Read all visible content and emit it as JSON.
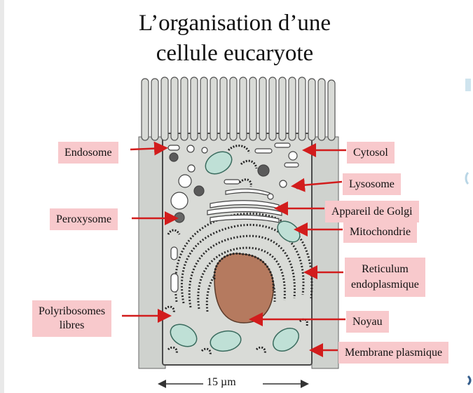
{
  "title": {
    "line1": "L’organisation d’une",
    "line2": "cellule eucaryote"
  },
  "labels": {
    "endosome": "Endosome",
    "peroxysome": "Peroxysome",
    "polyribosomes_line1": "Polyribosomes",
    "polyribosomes_line2": "libres",
    "cytosol": "Cytosol",
    "lysosome": "Lysosome",
    "golgi": "Appareil de Golgi",
    "mitochondrie": "Mitochondrie",
    "reticulum_line1": "Reticulum",
    "reticulum_line2": "endoplasmique",
    "noyau": "Noyau",
    "membrane": "Membrane plasmique"
  },
  "scale_bar": "15 µm",
  "colors": {
    "label_bg": "#f8c9cc",
    "arrow": "#d21c1c",
    "cell_fill": "#d9dbd7",
    "nucleus": "#b57a5f",
    "mitochondria": "#bfe0d6",
    "outline": "#555555"
  }
}
